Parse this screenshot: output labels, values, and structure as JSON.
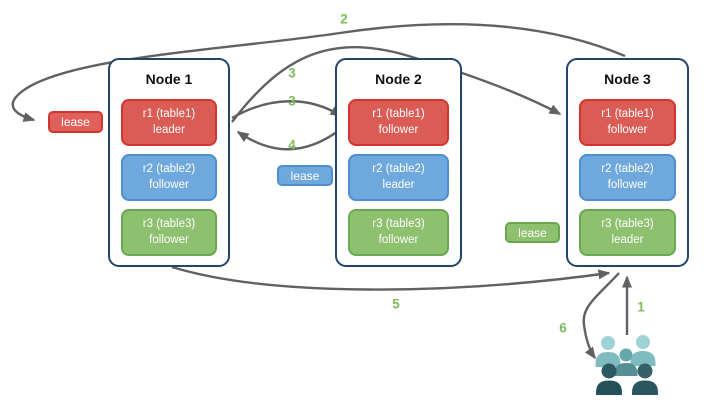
{
  "diagram": {
    "nodes": [
      {
        "title": "Node 1",
        "replicas": [
          {
            "label": "r1 (table1)",
            "role": "leader",
            "color": "red"
          },
          {
            "label": "r2 (table2)",
            "role": "follower",
            "color": "blue"
          },
          {
            "label": "r3 (table3)",
            "role": "follower",
            "color": "green"
          }
        ]
      },
      {
        "title": "Node 2",
        "replicas": [
          {
            "label": "r1 (table1)",
            "role": "follower",
            "color": "red"
          },
          {
            "label": "r2 (table2)",
            "role": "leader",
            "color": "blue"
          },
          {
            "label": "r3 (table3)",
            "role": "follower",
            "color": "green"
          }
        ]
      },
      {
        "title": "Node 3",
        "replicas": [
          {
            "label": "r1 (table1)",
            "role": "follower",
            "color": "red"
          },
          {
            "label": "r2 (table2)",
            "role": "follower",
            "color": "blue"
          },
          {
            "label": "r3 (table3)",
            "role": "leader",
            "color": "green"
          }
        ]
      }
    ],
    "leases": [
      {
        "label": "lease",
        "color": "red"
      },
      {
        "label": "lease",
        "color": "blue"
      },
      {
        "label": "lease",
        "color": "green"
      }
    ],
    "steps": {
      "step1": "1",
      "step2": "2",
      "step3a": "3",
      "step3b": "3",
      "step4": "4",
      "step5": "5",
      "step6": "6"
    },
    "icons": {
      "clients": "people-group-icon"
    },
    "colors": {
      "red": "#DB5B55",
      "red_border": "#D2342E",
      "blue": "#6FA8DC",
      "blue_border": "#4E8FD0",
      "green": "#8EC16F",
      "green_border": "#69A84E",
      "node_border": "#23456B",
      "arrow": "#616161",
      "step_label": "#7CBE5C",
      "client_light": "#9ED2D4",
      "client_mid": "#64A7AD",
      "client_dark": "#2E5863"
    }
  }
}
